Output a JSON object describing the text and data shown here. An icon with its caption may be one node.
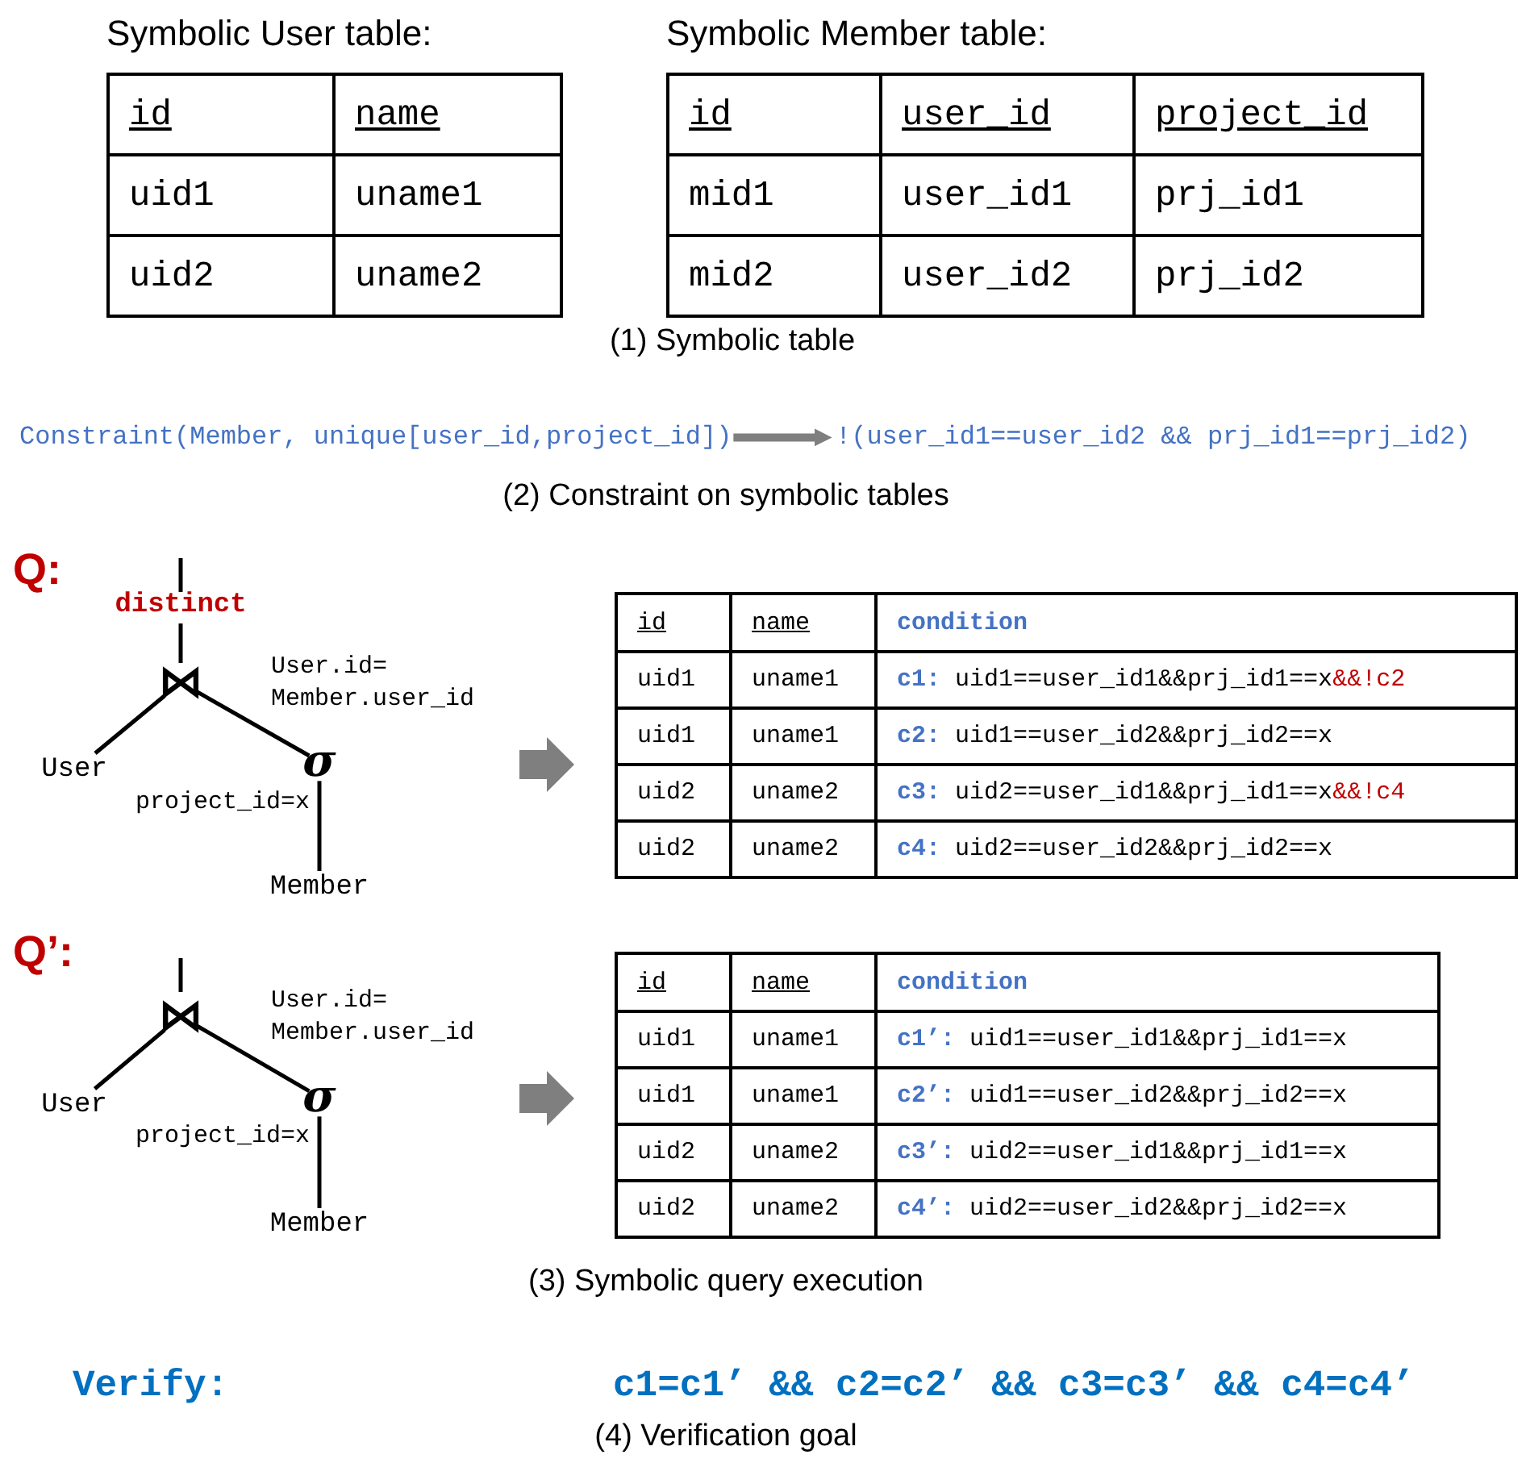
{
  "diagram": {
    "nodes": [
      {
        "text": [
          "Constraint(Member, unique[user_id,project_id])"
        ]
      },
      {
        "text": [
          "!(user_id1==user_id2 && prj_id1==prj_id2)"
        ]
      },
      {
        "text": [
          "distinct"
        ]
      },
      {
        "text": [
          "⋈"
        ]
      },
      {
        "text": [
          "User"
        ]
      },
      {
        "text": [
          "σ"
        ],
        "beside": [
          "project_id=x"
        ]
      },
      {
        "text": [
          "Member"
        ]
      },
      {
        "text": [
          "⋈"
        ]
      },
      {
        "text": [
          "User"
        ]
      },
      {
        "text": [
          "σ"
        ],
        "beside": [
          "project_id=x"
        ]
      },
      {
        "text": [
          "Member"
        ]
      }
    ],
    "edges": [
      {
        "from": 0,
        "to": 1,
        "arrow": "to",
        "style": "thick",
        "color": "#7f7f7f"
      },
      {
        "from": null,
        "to": 2,
        "arrow": "none"
      },
      {
        "from": 2,
        "to": 3,
        "arrow": "none"
      },
      {
        "from": 3,
        "to": 4,
        "arrow": "none"
      },
      {
        "from": 3,
        "to": 5,
        "arrow": "none"
      },
      {
        "from": 5,
        "to": 6,
        "arrow": "none"
      },
      {
        "from": null,
        "to": 7,
        "arrow": "none"
      },
      {
        "from": 7,
        "to": 8,
        "arrow": "none"
      },
      {
        "from": 7,
        "to": 9,
        "arrow": "none"
      },
      {
        "from": 9,
        "to": 10,
        "arrow": "none"
      }
    ],
    "labels": [
      "Symbolic User table:",
      "id",
      "name",
      "uid1",
      "uname1",
      "uid2",
      "uname2",
      "Symbolic Member table:",
      "id",
      "user_id",
      "project_id",
      "mid1",
      "user_id1",
      "prj_id1",
      "mid2",
      "user_id2",
      "prj_id2",
      "(1) Symbolic table",
      "(2) Constraint on symbolic tables",
      "Q:",
      "User.id= Member.user_id",
      "id",
      "name",
      "condition",
      "uid1",
      "uname1",
      "**c1:** uid1==user_id1&&prj_id1==x",
      "&&!c2",
      "uid1",
      "uname1",
      "**c2:** uid1==user_id2&&prj_id2==x",
      "uid2",
      "uname2",
      "**c3:** uid2==user_id1&&prj_id1==x",
      "&&!c4",
      "uid2",
      "uname2",
      "**c4:** uid2==user_id2&&prj_id2==x",
      "Q’:",
      "User.id= Member.user_id",
      "id",
      "name",
      "condition",
      "uid1",
      "uname1",
      "**c1’:** uid1==user_id1&&prj_id1==x",
      "uid1",
      "uname1",
      "**c2’:** uid1==user_id2&&prj_id2==x",
      "uid2",
      "uname2",
      "**c3’:** uid2==user_id1&&prj_id1==x",
      "uid2",
      "uname2",
      "**c4’:** uid2==user_id2&&prj_id2==x",
      "(3) Symbolic query execution",
      "Verify:",
      "c1=c1’ && c2=c2’ && c3=c3’ && c4=c4’",
      "(4) Verification goal"
    ]
  }
}
